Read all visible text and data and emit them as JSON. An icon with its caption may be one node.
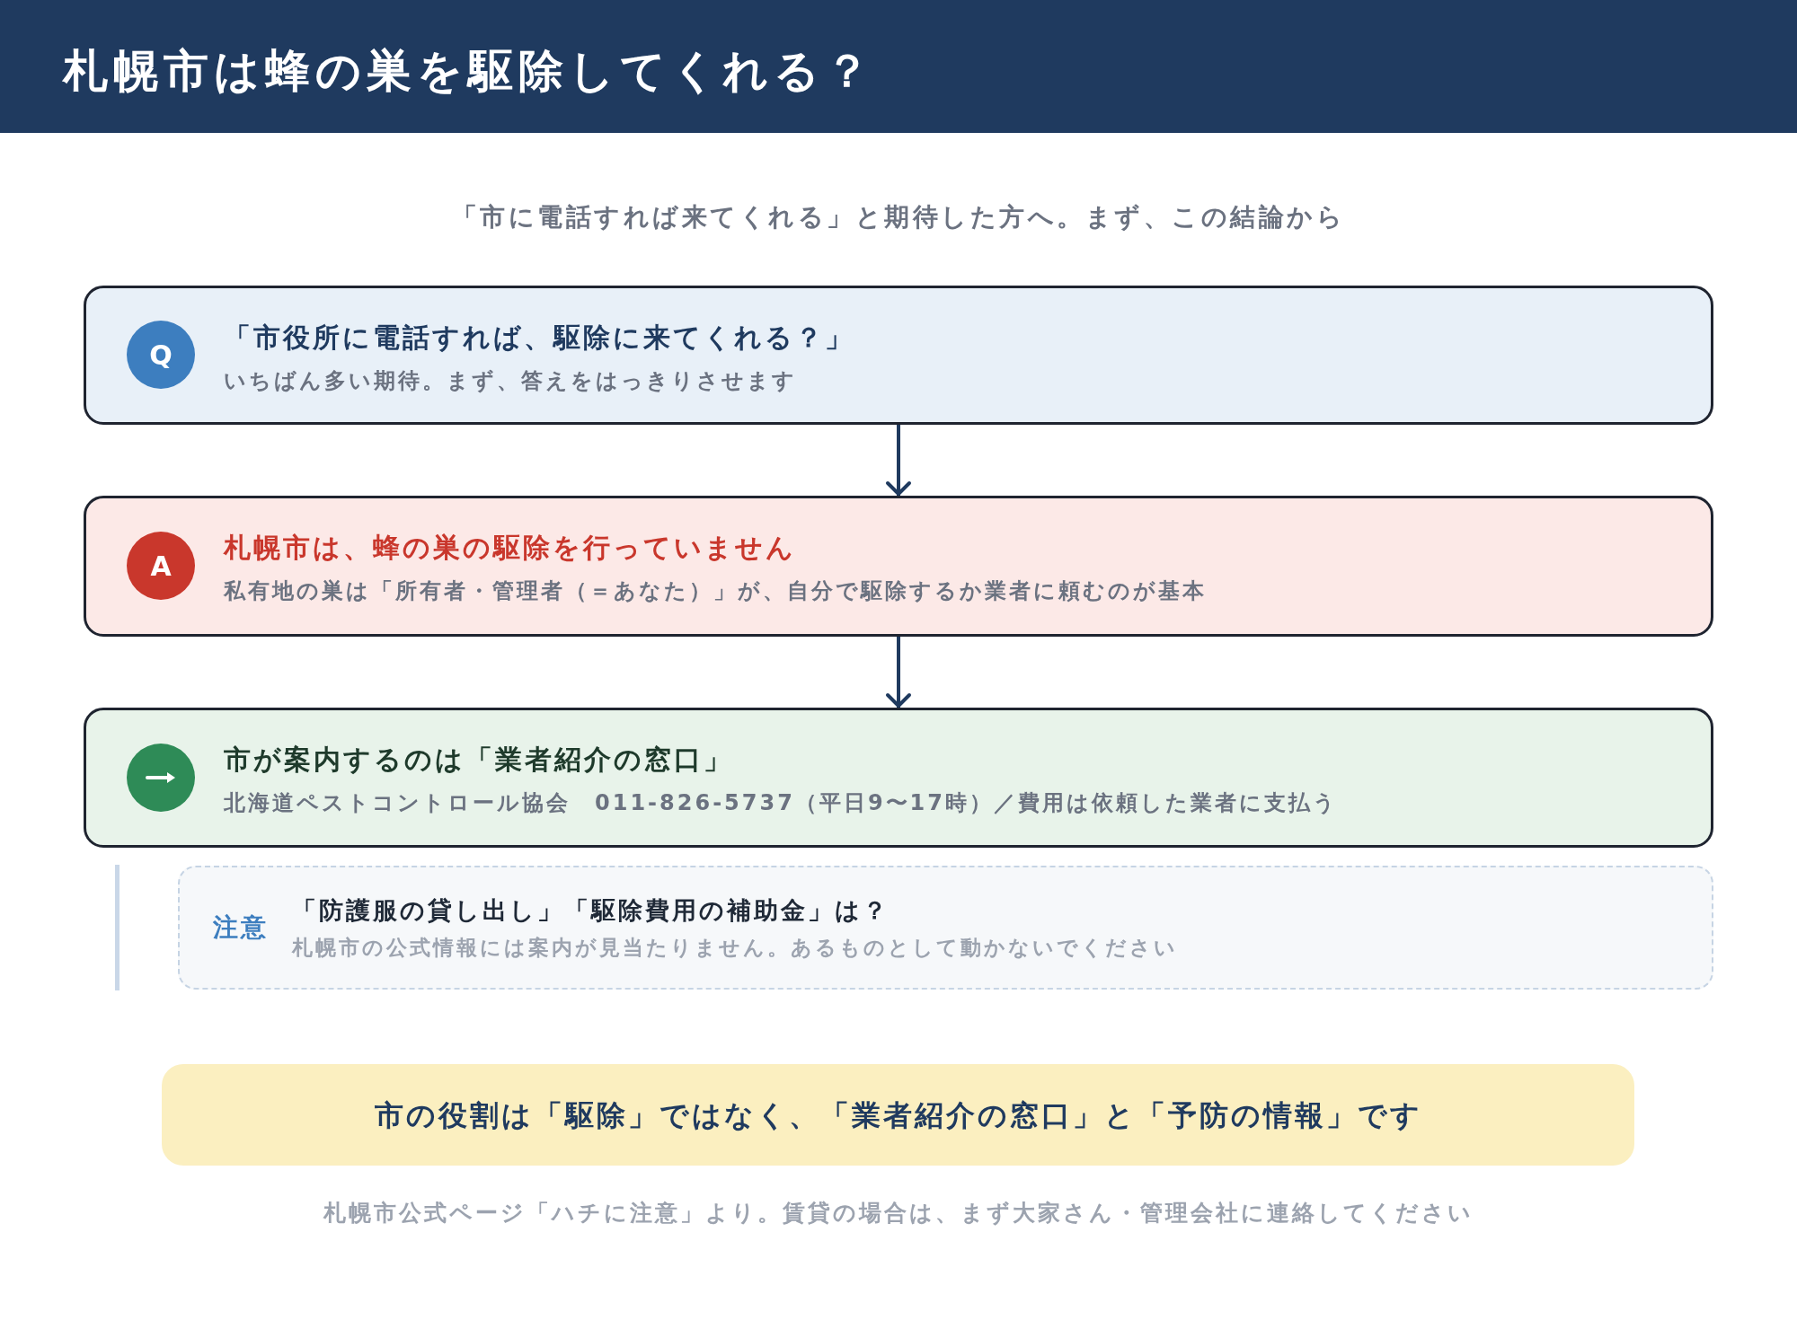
{
  "diagram": {
    "title": "札幌市は蜂の巣を駆除してくれる？",
    "nodes": [
      {
        "text": [
          "「市役所に電話すれば、駆除に来てくれる？」",
          "いちばん多い期待。まず、答えをはっきりさせます"
        ]
      },
      {
        "text": [
          "Q"
        ],
        "in": 0
      },
      {
        "text": [
          "札幌市は、蜂の巣の駆除を行っていません",
          "私有地の巣は「所有者・管理者（＝あなた）」が、自分で駆除するか業者に頼むのが基本"
        ]
      },
      {
        "text": [
          "A"
        ],
        "in": 2
      },
      {
        "text": [
          "市が案内するのは「業者紹介の窓口」",
          "北海道ペストコントロール協会　011-826-5737（平日9〜17時）／費用は依頼した業者に支払う"
        ]
      },
      {
        "text": [],
        "shape": "circle",
        "in": 4
      },
      {
        "text": [
          "注意",
          "「防護服の貸し出し」「駆除費用の補助金」は？",
          "札幌市の公式情報には案内が見当たりません。あるものとして動かないでください"
        ]
      },
      {
        "text": [
          "市の役割は「駆除」ではなく、「業者紹介の窓口」と「予防の情報」です"
        ]
      }
    ],
    "edges": [
      {
        "from": 0,
        "to": 2,
        "arrow": "to"
      },
      {
        "from": 2,
        "to": 4,
        "arrow": "to"
      }
    ],
    "labels": [
      "「市に電話すれば来てくれる」と期待した方へ。まず、この結論から",
      "札幌市公式ページ「ハチに注意」より。賃貸の場合は、まず大家さん・管理会社に連絡してください"
    ]
  }
}
